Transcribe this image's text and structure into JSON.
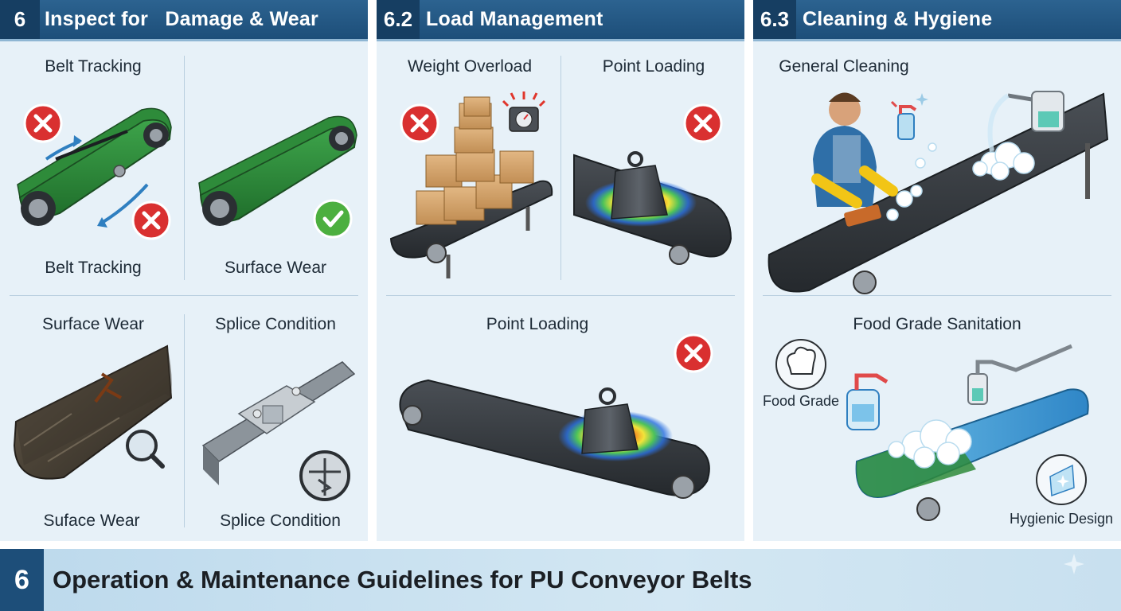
{
  "sections": [
    {
      "number": "6",
      "title": "Inspect for   Damage & Wear",
      "labels": {
        "belt_tracking_top": "Belt Tracking",
        "belt_tracking_bottom": "Belt Tracking",
        "surface_wear_right": "Surface Wear",
        "surface_wear_top": "Surface Wear",
        "splice_condition_top": "Splice Condition",
        "suface_wear_bottom": "Suface Wear",
        "splice_condition_bottom": "Splice Condition"
      }
    },
    {
      "number": "6.2",
      "title": "Load Management",
      "labels": {
        "weight_overload": "Weight Overload",
        "point_loading_top": "Point Loading",
        "point_loading_bottom": "Point Loading"
      }
    },
    {
      "number": "6.3",
      "title": "Cleaning & Hygiene",
      "labels": {
        "general_cleaning": "General Cleaning",
        "food_grade_sanitation": "Food Grade Sanitation",
        "food_grade": "Food Grade",
        "hygienic_design": "Hygienic Design"
      }
    }
  ],
  "footer": {
    "number": "6",
    "title": "Operation & Maintenance Guidelines for PU Conveyor Belts"
  },
  "icons": [
    "cross-icon",
    "check-icon",
    "magnifier-icon",
    "scale-icon",
    "chef-hat-icon",
    "spray-bottle-icon",
    "sparkle-icon"
  ],
  "colors": {
    "header": "#1d4e79",
    "header_number": "#163e62",
    "panel_bg": "#e7f1f8",
    "cross_red": "#d93030",
    "check_green": "#4caf3f",
    "belt_green": "#2e8b3a",
    "belt_dark": "#2b2f33"
  }
}
